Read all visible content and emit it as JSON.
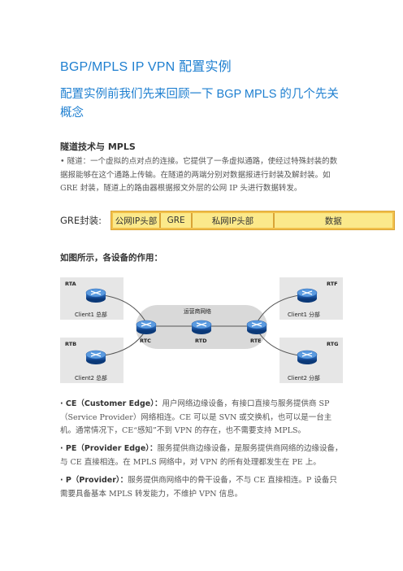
{
  "title": "BGP/MPLS IP VPN  配置实例",
  "subtitle": "配置实例前我们先来回顾一下 BGP MPLS 的几个先关概念",
  "tunnel": {
    "heading": "隧道技术与 MPLS",
    "paragraph": "• 隧道：一个虚拟的点对点的连接。它提供了一条虚拟通路，使经过特殊封装的数据报能够在这个通路上传输。在隧道的两端分别对数据报进行封装及解封装。如 GRE 封装，隧道上的路由器根据报文外层的公网 IP 头进行数据转发。"
  },
  "gre": {
    "label": "GRE封装:",
    "cells": [
      "公网IP头部",
      "GRE",
      "私网IP头部",
      "数据"
    ]
  },
  "figure_heading": "如图所示，各设备的作用：",
  "diagram": {
    "provider_label": "运营商网络",
    "routers": {
      "rta": "RTA",
      "rtb": "RTB",
      "rtc": "RTC",
      "rtd": "RTD",
      "rte": "RTE",
      "rtf": "RTF",
      "rtg": "RTG"
    },
    "clients": {
      "c1hq": "Client1 总部",
      "c2hq": "Client2 总部",
      "c1br": "Client1 分部",
      "c2br": "Client2 分部"
    }
  },
  "ce": {
    "term": "· CE（Customer  Edge）：",
    "text": "用户网络边缘设备，有接口直接与服务提供商  SP（Service Provider）网络相连。CE 可以是 SVN 或交换机，也可以是一台主机。通常情况下，CE“感知”不到 VPN 的存在，也不需要支持 MPLS。"
  },
  "pe": {
    "term": "· PE（Provider Edge）：",
    "text": "服务提供商边缘设备，是服务提供商网络的边缘设备，与 CE 直接相连。在 MPLS 网络中，对 VPN 的所有处理都发生在 PE 上。"
  },
  "p": {
    "term": "· P（Provider）：",
    "text": "服务提供商网络中的骨干设备，不与 CE 直接相连。P 设备只需要具备基本 MPLS 转发能力，不维护 VPN 信息。"
  }
}
